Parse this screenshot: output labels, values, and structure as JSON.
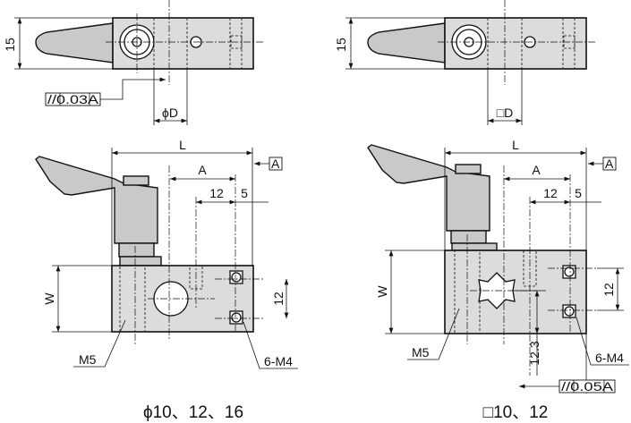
{
  "left": {
    "top_view": {
      "height_dim": "15",
      "tolerance": "//0.03A",
      "bore_dim": "ϕD"
    },
    "front_view": {
      "length_dim": "L",
      "datum": "A",
      "a_dim": "A",
      "hole_spacing": "12",
      "edge_offset": "5",
      "width_dim": "W",
      "vertical_spacing": "12",
      "screw_label": "M5",
      "tap_label": "6-M4"
    },
    "caption": "ϕ10、12、16"
  },
  "right": {
    "top_view": {
      "height_dim": "15",
      "bore_dim": "□D"
    },
    "front_view": {
      "length_dim": "L",
      "datum": "A",
      "a_dim": "A",
      "hole_spacing": "12",
      "edge_offset": "5",
      "width_dim": "W",
      "vertical_spacing": "12",
      "screw_label": "M5",
      "tap_label": "6-M4",
      "offset_dim": "12.3",
      "tolerance": "//0.05A"
    },
    "caption": "□10、12"
  }
}
